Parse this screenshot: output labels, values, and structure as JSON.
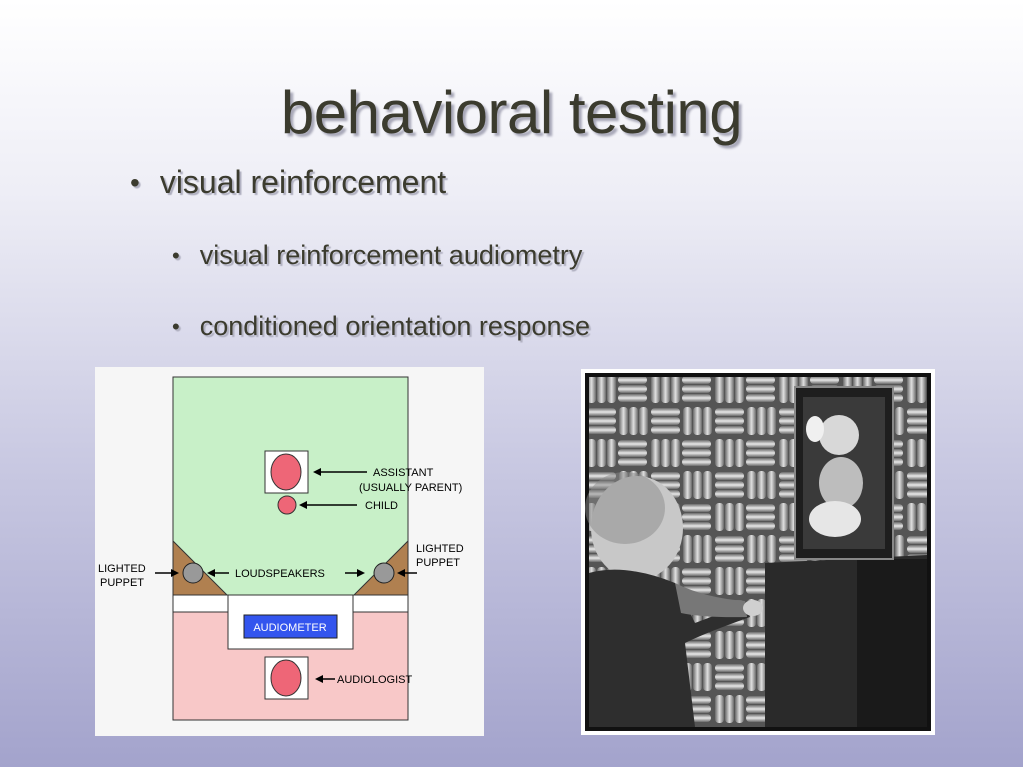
{
  "slide": {
    "title": "behavioral testing",
    "bullets": [
      {
        "text": "visual reinforcement",
        "level": 1
      },
      {
        "text": "visual reinforcement audiometry",
        "level": 2
      },
      {
        "text": "conditioned orientation response",
        "level": 2
      }
    ],
    "bullet_glyph": "•"
  },
  "diagram": {
    "labels": {
      "assistant": "ASSISTANT",
      "assistant_note": "(USUALLY PARENT)",
      "child": "CHILD",
      "lighted_puppet_left_1": "LIGHTED",
      "lighted_puppet_left_2": "PUPPET",
      "lighted_puppet_right_1": "LIGHTED",
      "lighted_puppet_right_2": "PUPPET",
      "loudspeakers": "LOUDSPEAKERS",
      "audiometer": "AUDIOMETER",
      "audiologist": "AUDIOLOGIST"
    },
    "colors": {
      "test_room": "#c8f0c8",
      "control_room": "#f8c8c8",
      "person": "#ee6677",
      "corner": "#b08050",
      "audiometer": "#3355ee"
    }
  }
}
